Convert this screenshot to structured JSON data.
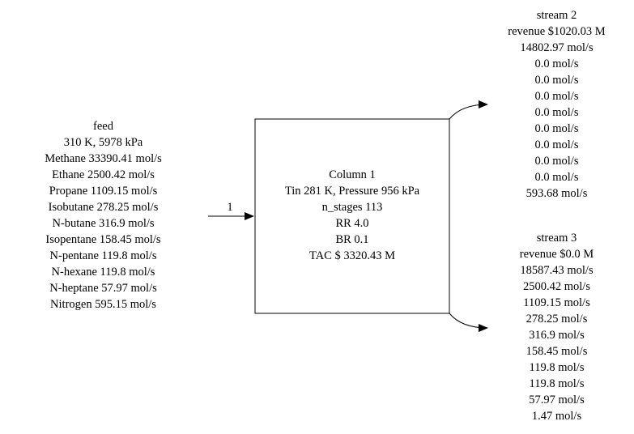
{
  "feed": {
    "title": "feed",
    "lines": [
      "310 K, 5978 kPa",
      "Methane 33390.41 mol/s",
      "Ethane 2500.42 mol/s",
      "Propane 1109.15 mol/s",
      "Isobutane 278.25 mol/s",
      "N-butane 316.9 mol/s",
      "Isopentane 158.45 mol/s",
      "N-pentane 119.8 mol/s",
      "N-hexane 119.8 mol/s",
      "N-heptane 57.97 mol/s",
      "Nitrogen 595.15 mol/s"
    ]
  },
  "edge_feed_to_column": {
    "label": "1"
  },
  "column": {
    "title": "Column 1",
    "lines": [
      "Tin 281 K, Pressure 956 kPa",
      "n_stages 113",
      "RR 4.0",
      "BR 0.1",
      "TAC $ 3320.43 M"
    ]
  },
  "stream2": {
    "title": "stream 2",
    "lines": [
      "revenue $1020.03 M",
      "14802.97 mol/s",
      "0.0 mol/s",
      "0.0 mol/s",
      "0.0 mol/s",
      "0.0 mol/s",
      "0.0 mol/s",
      "0.0 mol/s",
      "0.0 mol/s",
      "0.0 mol/s",
      "593.68 mol/s"
    ]
  },
  "stream3": {
    "title": "stream 3",
    "lines": [
      "revenue $0.0 M",
      "18587.43 mol/s",
      "2500.42 mol/s",
      "1109.15 mol/s",
      "278.25 mol/s",
      "316.9 mol/s",
      "158.45 mol/s",
      "119.8 mol/s",
      "119.8 mol/s",
      "57.97 mol/s",
      "1.47 mol/s"
    ]
  }
}
